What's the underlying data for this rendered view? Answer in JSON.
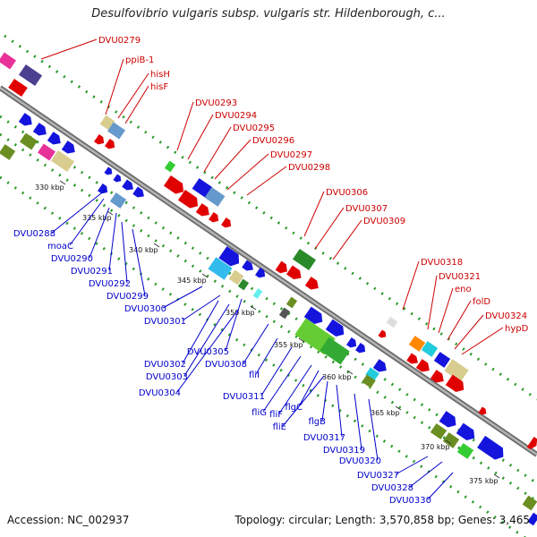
{
  "title": "Desulfovibrio vulgaris subsp. vulgaris str. Hildenborough, c...",
  "footer": {
    "accession": "Accession: NC_002937",
    "stats": "Topology: circular; Length: 3,570,858 bp; Genes: 3,465"
  },
  "colors": {
    "forward_label": "#cc0000",
    "reverse_label": "#0000cc",
    "backbone": "#8a8a8a",
    "track": "#2a9a2a"
  },
  "ticks": [
    "330 kbp",
    "335 kbp",
    "340 kbp",
    "345 kbp",
    "350 kbp",
    "355 kbp",
    "360 kbp",
    "365 kbp",
    "370 kbp",
    "375 kbp"
  ],
  "forward_labels": [
    "DVU0279",
    "ppiB-1",
    "hisH",
    "hisF",
    "DVU0293",
    "DVU0294",
    "DVU0295",
    "DVU0296",
    "DVU0297",
    "DVU0298",
    "DVU0306",
    "DVU0307",
    "DVU0309",
    "DVU0318",
    "DVU0321",
    "eno",
    "folD",
    "DVU0324",
    "hypD"
  ],
  "reverse_labels": [
    "DVU0288",
    "moaC",
    "DVU0290",
    "DVU0291",
    "DVU0292",
    "DVU0299",
    "DVU0300",
    "DVU0301",
    "DVU0305",
    "DVU0302",
    "DVU0303",
    "DVU0304",
    "DVU0308",
    "fliI",
    "DVU0311",
    "fliG",
    "fliF",
    "flgC",
    "fliE",
    "flgB",
    "DVU0317",
    "DVU0319",
    "DVU0320",
    "DVU0327",
    "DVU0328",
    "DVU0330"
  ]
}
